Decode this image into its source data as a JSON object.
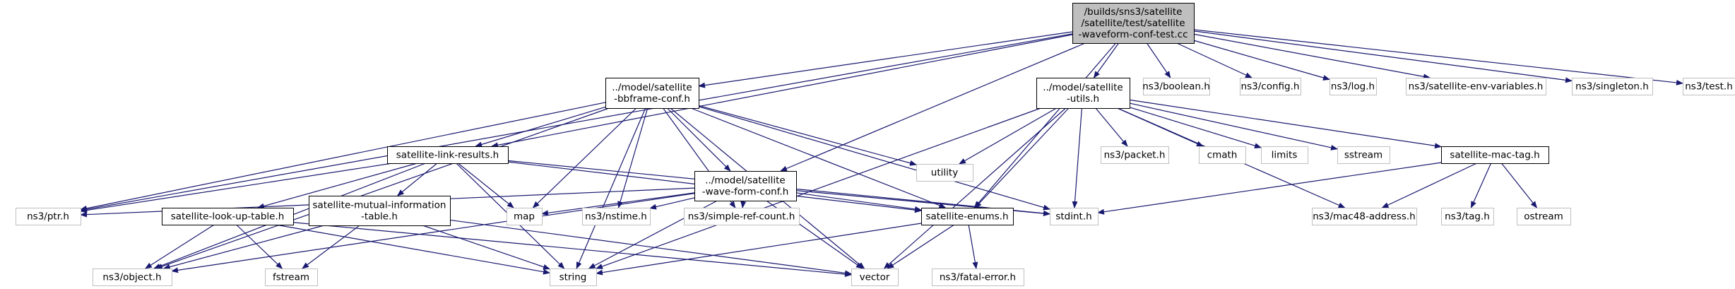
{
  "colors": {
    "edge": "#191970",
    "root_fill": "#bfbfbf",
    "root_stroke": "#000000",
    "header_fill": "#ffffff",
    "header_stroke": "#000000",
    "system_fill": "#ffffff",
    "system_stroke": "#bfbfbf"
  },
  "nodes": [
    {
      "id": "root",
      "lines": [
        "/builds/sns3/satellite",
        "/satellite/test/satellite",
        "-waveform-conf-test.cc"
      ],
      "kind": "root"
    },
    {
      "id": "bbframe",
      "lines": [
        "../model/satellite",
        "-bbframe-conf.h"
      ],
      "kind": "header"
    },
    {
      "id": "utils",
      "lines": [
        "../model/satellite",
        "-utils.h"
      ],
      "kind": "header"
    },
    {
      "id": "boolean",
      "lines": [
        "ns3/boolean.h"
      ],
      "kind": "system"
    },
    {
      "id": "config",
      "lines": [
        "ns3/config.h"
      ],
      "kind": "system"
    },
    {
      "id": "log",
      "lines": [
        "ns3/log.h"
      ],
      "kind": "system"
    },
    {
      "id": "envvars",
      "lines": [
        "ns3/satellite-env-variables.h"
      ],
      "kind": "system"
    },
    {
      "id": "singleton",
      "lines": [
        "ns3/singleton.h"
      ],
      "kind": "system"
    },
    {
      "id": "test",
      "lines": [
        "ns3/test.h"
      ],
      "kind": "system"
    },
    {
      "id": "linkres",
      "lines": [
        "satellite-link-results.h"
      ],
      "kind": "header"
    },
    {
      "id": "waveform",
      "lines": [
        "../model/satellite",
        "-wave-form-conf.h"
      ],
      "kind": "header"
    },
    {
      "id": "utility",
      "lines": [
        "utility"
      ],
      "kind": "system"
    },
    {
      "id": "packet",
      "lines": [
        "ns3/packet.h"
      ],
      "kind": "system"
    },
    {
      "id": "cmath",
      "lines": [
        "cmath"
      ],
      "kind": "system"
    },
    {
      "id": "limits",
      "lines": [
        "limits"
      ],
      "kind": "system"
    },
    {
      "id": "sstream",
      "lines": [
        "sstream"
      ],
      "kind": "system"
    },
    {
      "id": "mactag",
      "lines": [
        "satellite-mac-tag.h"
      ],
      "kind": "header"
    },
    {
      "id": "ptr",
      "lines": [
        "ns3/ptr.h"
      ],
      "kind": "system"
    },
    {
      "id": "lookup",
      "lines": [
        "satellite-look-up-table.h"
      ],
      "kind": "header"
    },
    {
      "id": "mutual",
      "lines": [
        "satellite-mutual-information",
        "-table.h"
      ],
      "kind": "header"
    },
    {
      "id": "map",
      "lines": [
        "map"
      ],
      "kind": "system"
    },
    {
      "id": "nstime",
      "lines": [
        "ns3/nstime.h"
      ],
      "kind": "system"
    },
    {
      "id": "simpleref",
      "lines": [
        "ns3/simple-ref-count.h"
      ],
      "kind": "system"
    },
    {
      "id": "enums",
      "lines": [
        "satellite-enums.h"
      ],
      "kind": "header"
    },
    {
      "id": "stdint",
      "lines": [
        "stdint.h"
      ],
      "kind": "system"
    },
    {
      "id": "mac48",
      "lines": [
        "ns3/mac48-address.h"
      ],
      "kind": "system"
    },
    {
      "id": "tag",
      "lines": [
        "ns3/tag.h"
      ],
      "kind": "system"
    },
    {
      "id": "ostream",
      "lines": [
        "ostream"
      ],
      "kind": "system"
    },
    {
      "id": "object",
      "lines": [
        "ns3/object.h"
      ],
      "kind": "system"
    },
    {
      "id": "fstream",
      "lines": [
        "fstream"
      ],
      "kind": "system"
    },
    {
      "id": "string",
      "lines": [
        "string"
      ],
      "kind": "system"
    },
    {
      "id": "vector",
      "lines": [
        "vector"
      ],
      "kind": "system"
    },
    {
      "id": "fatal",
      "lines": [
        "ns3/fatal-error.h"
      ],
      "kind": "system"
    }
  ],
  "edges": [
    [
      "root",
      "bbframe"
    ],
    [
      "root",
      "utils"
    ],
    [
      "root",
      "boolean"
    ],
    [
      "root",
      "config"
    ],
    [
      "root",
      "log"
    ],
    [
      "root",
      "envvars"
    ],
    [
      "root",
      "singleton"
    ],
    [
      "root",
      "test"
    ],
    [
      "root",
      "linkres"
    ],
    [
      "root",
      "waveform"
    ],
    [
      "root",
      "ptr"
    ],
    [
      "root",
      "enums"
    ],
    [
      "bbframe",
      "linkres"
    ],
    [
      "bbframe",
      "waveform"
    ],
    [
      "bbframe",
      "utility"
    ],
    [
      "bbframe",
      "ptr"
    ],
    [
      "bbframe",
      "map"
    ],
    [
      "bbframe",
      "nstime"
    ],
    [
      "bbframe",
      "simpleref"
    ],
    [
      "bbframe",
      "enums"
    ],
    [
      "bbframe",
      "stdint"
    ],
    [
      "bbframe",
      "object"
    ],
    [
      "bbframe",
      "string"
    ],
    [
      "bbframe",
      "vector"
    ],
    [
      "utils",
      "utility"
    ],
    [
      "utils",
      "packet"
    ],
    [
      "utils",
      "cmath"
    ],
    [
      "utils",
      "limits"
    ],
    [
      "utils",
      "sstream"
    ],
    [
      "utils",
      "mactag"
    ],
    [
      "utils",
      "enums"
    ],
    [
      "utils",
      "stdint"
    ],
    [
      "utils",
      "mac48"
    ],
    [
      "utils",
      "string"
    ],
    [
      "utils",
      "vector"
    ],
    [
      "linkres",
      "ptr"
    ],
    [
      "linkres",
      "lookup"
    ],
    [
      "linkres",
      "mutual"
    ],
    [
      "linkres",
      "map"
    ],
    [
      "linkres",
      "enums"
    ],
    [
      "linkres",
      "stdint"
    ],
    [
      "linkres",
      "object"
    ],
    [
      "linkres",
      "string"
    ],
    [
      "waveform",
      "ptr"
    ],
    [
      "waveform",
      "map"
    ],
    [
      "waveform",
      "nstime"
    ],
    [
      "waveform",
      "simpleref"
    ],
    [
      "waveform",
      "enums"
    ],
    [
      "waveform",
      "stdint"
    ],
    [
      "waveform",
      "object"
    ],
    [
      "waveform",
      "string"
    ],
    [
      "waveform",
      "vector"
    ],
    [
      "mactag",
      "stdint"
    ],
    [
      "mactag",
      "mac48"
    ],
    [
      "mactag",
      "tag"
    ],
    [
      "mactag",
      "ostream"
    ],
    [
      "lookup",
      "object"
    ],
    [
      "lookup",
      "fstream"
    ],
    [
      "lookup",
      "string"
    ],
    [
      "lookup",
      "vector"
    ],
    [
      "mutual",
      "object"
    ],
    [
      "mutual",
      "fstream"
    ],
    [
      "mutual",
      "string"
    ],
    [
      "mutual",
      "vector"
    ],
    [
      "enums",
      "string"
    ],
    [
      "enums",
      "vector"
    ],
    [
      "enums",
      "fatal"
    ]
  ]
}
